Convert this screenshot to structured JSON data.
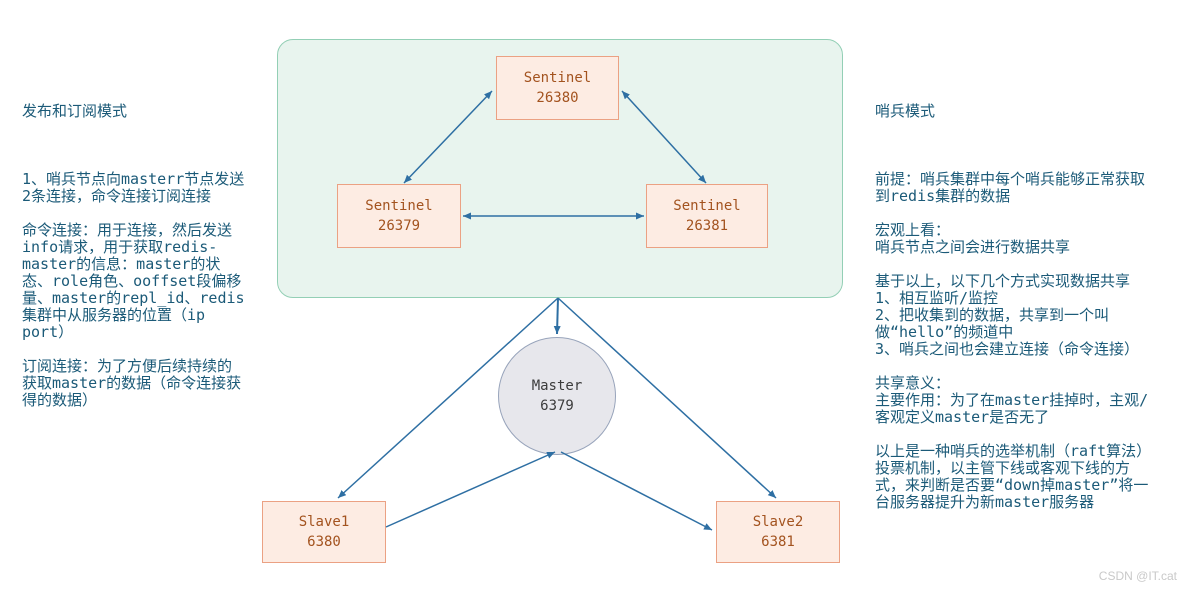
{
  "left_panel": {
    "title": "发布和订阅模式",
    "lines": [
      "1、哨兵节点向masterr节点发送",
      "2条连接，命令连接订阅连接",
      "",
      "命令连接：用于连接，然后发送",
      "info请求，用于获取redis-",
      "master的信息：master的状",
      "态、role角色、ooffset段偏移",
      "量、master的repl_id、redis",
      "集群中从服务器的位置（ip",
      "port）",
      "",
      "订阅连接：为了方便后续持续的",
      "获取master的数据（命令连接获",
      "得的数据）"
    ]
  },
  "right_panel": {
    "title": "哨兵模式",
    "lines": [
      "前提：哨兵集群中每个哨兵能够正常获取",
      "到redis集群的数据",
      "",
      "宏观上看：",
      "哨兵节点之间会进行数据共享",
      "",
      "基于以上，以下几个方式实现数据共享",
      "1、相互监听/监控",
      "2、把收集到的数据，共享到一个叫",
      "做“hello”的频道中",
      "3、哨兵之间也会建立连接（命令连接）",
      "",
      "共享意义：",
      "主要作用：为了在master挂掉时，主观/",
      "客观定义master是否无了",
      "",
      "以上是一种哨兵的选举机制（raft算法）",
      "投票机制，以主管下线或客观下线的方",
      "式，来判断是否要“down掉master”将一",
      "台服务器提升为新master服务器"
    ]
  },
  "diagram": {
    "sentinels": [
      {
        "label": "Sentinel",
        "port": "26380"
      },
      {
        "label": "Sentinel",
        "port": "26379"
      },
      {
        "label": "Sentinel",
        "port": "26381"
      }
    ],
    "master": {
      "label": "Master",
      "port": "6379"
    },
    "slaves": [
      {
        "label": "Slave1",
        "port": "6380"
      },
      {
        "label": "Slave2",
        "port": "6381"
      }
    ]
  },
  "watermark": "CSDN @IT.cat",
  "colors": {
    "side_text": "#1b5a78",
    "node_fill": "#fdece3",
    "node_border": "#eba183",
    "node_text": "#a3531f",
    "group_fill": "#e8f4ee",
    "group_border": "#93cfb5",
    "master_fill": "#e7e7ec",
    "master_border": "#98a4bb",
    "master_text": "#3c3c3c",
    "arrow": "#2e6fa3",
    "watermark": "#c9c9c9"
  }
}
